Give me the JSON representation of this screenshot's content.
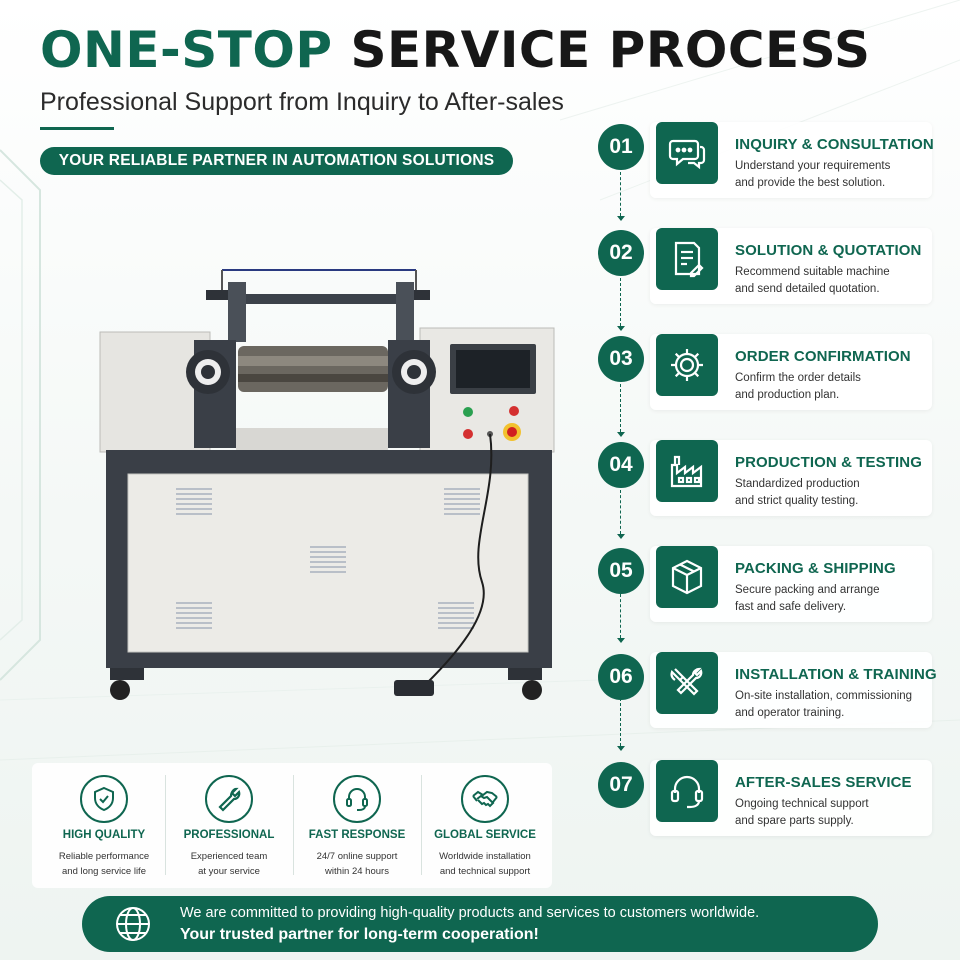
{
  "colors": {
    "accent": "#0f6650",
    "dark": "#171717"
  },
  "header": {
    "title_part1": "ONE-STOP",
    "title_part2": "SERVICE PROCESS",
    "subtitle": "Professional Support from Inquiry to After-sales",
    "tagline": "YOUR RELIABLE PARTNER IN AUTOMATION SOLUTIONS"
  },
  "steps": [
    {
      "num": "01",
      "icon": "chat-icon",
      "title": "INQUIRY & CONSULTATION",
      "desc1": "Understand your requirements",
      "desc2": "and provide the best solution."
    },
    {
      "num": "02",
      "icon": "quotation-icon",
      "title": "SOLUTION & QUOTATION",
      "desc1": "Recommend suitable machine",
      "desc2": "and send detailed quotation."
    },
    {
      "num": "03",
      "icon": "gear-icon",
      "title": "ORDER CONFIRMATION",
      "desc1": "Confirm the order details",
      "desc2": "and production plan."
    },
    {
      "num": "04",
      "icon": "factory-icon",
      "title": "PRODUCTION & TESTING",
      "desc1": "Standardized production",
      "desc2": "and strict quality testing."
    },
    {
      "num": "05",
      "icon": "box-icon",
      "title": "PACKING & SHIPPING",
      "desc1": "Secure packing and arrange",
      "desc2": "fast and safe delivery."
    },
    {
      "num": "06",
      "icon": "tools-icon",
      "title": "INSTALLATION & TRAINING",
      "desc1": "On-site installation, commissioning",
      "desc2": "and operator training."
    },
    {
      "num": "07",
      "icon": "headset-icon",
      "title": "AFTER-SALES SERVICE",
      "desc1": "Ongoing technical support",
      "desc2": "and spare parts supply."
    }
  ],
  "features": [
    {
      "icon": "shield-check-icon",
      "title": "HIGH QUALITY",
      "desc1": "Reliable performance",
      "desc2": "and long service life"
    },
    {
      "icon": "wrench-icon",
      "title": "PROFESSIONAL",
      "desc1": "Experienced team",
      "desc2": "at your service"
    },
    {
      "icon": "headset-icon",
      "title": "FAST RESPONSE",
      "desc1": "24/7 online support",
      "desc2": "within 24 hours"
    },
    {
      "icon": "handshake-icon",
      "title": "GLOBAL SERVICE",
      "desc1": "Worldwide installation",
      "desc2": "and technical support"
    }
  ],
  "footer": {
    "icon": "globe-icon",
    "line1": "We are committed to providing high-quality products and services to customers worldwide.",
    "line2": "Your trusted partner for long-term cooperation!"
  }
}
